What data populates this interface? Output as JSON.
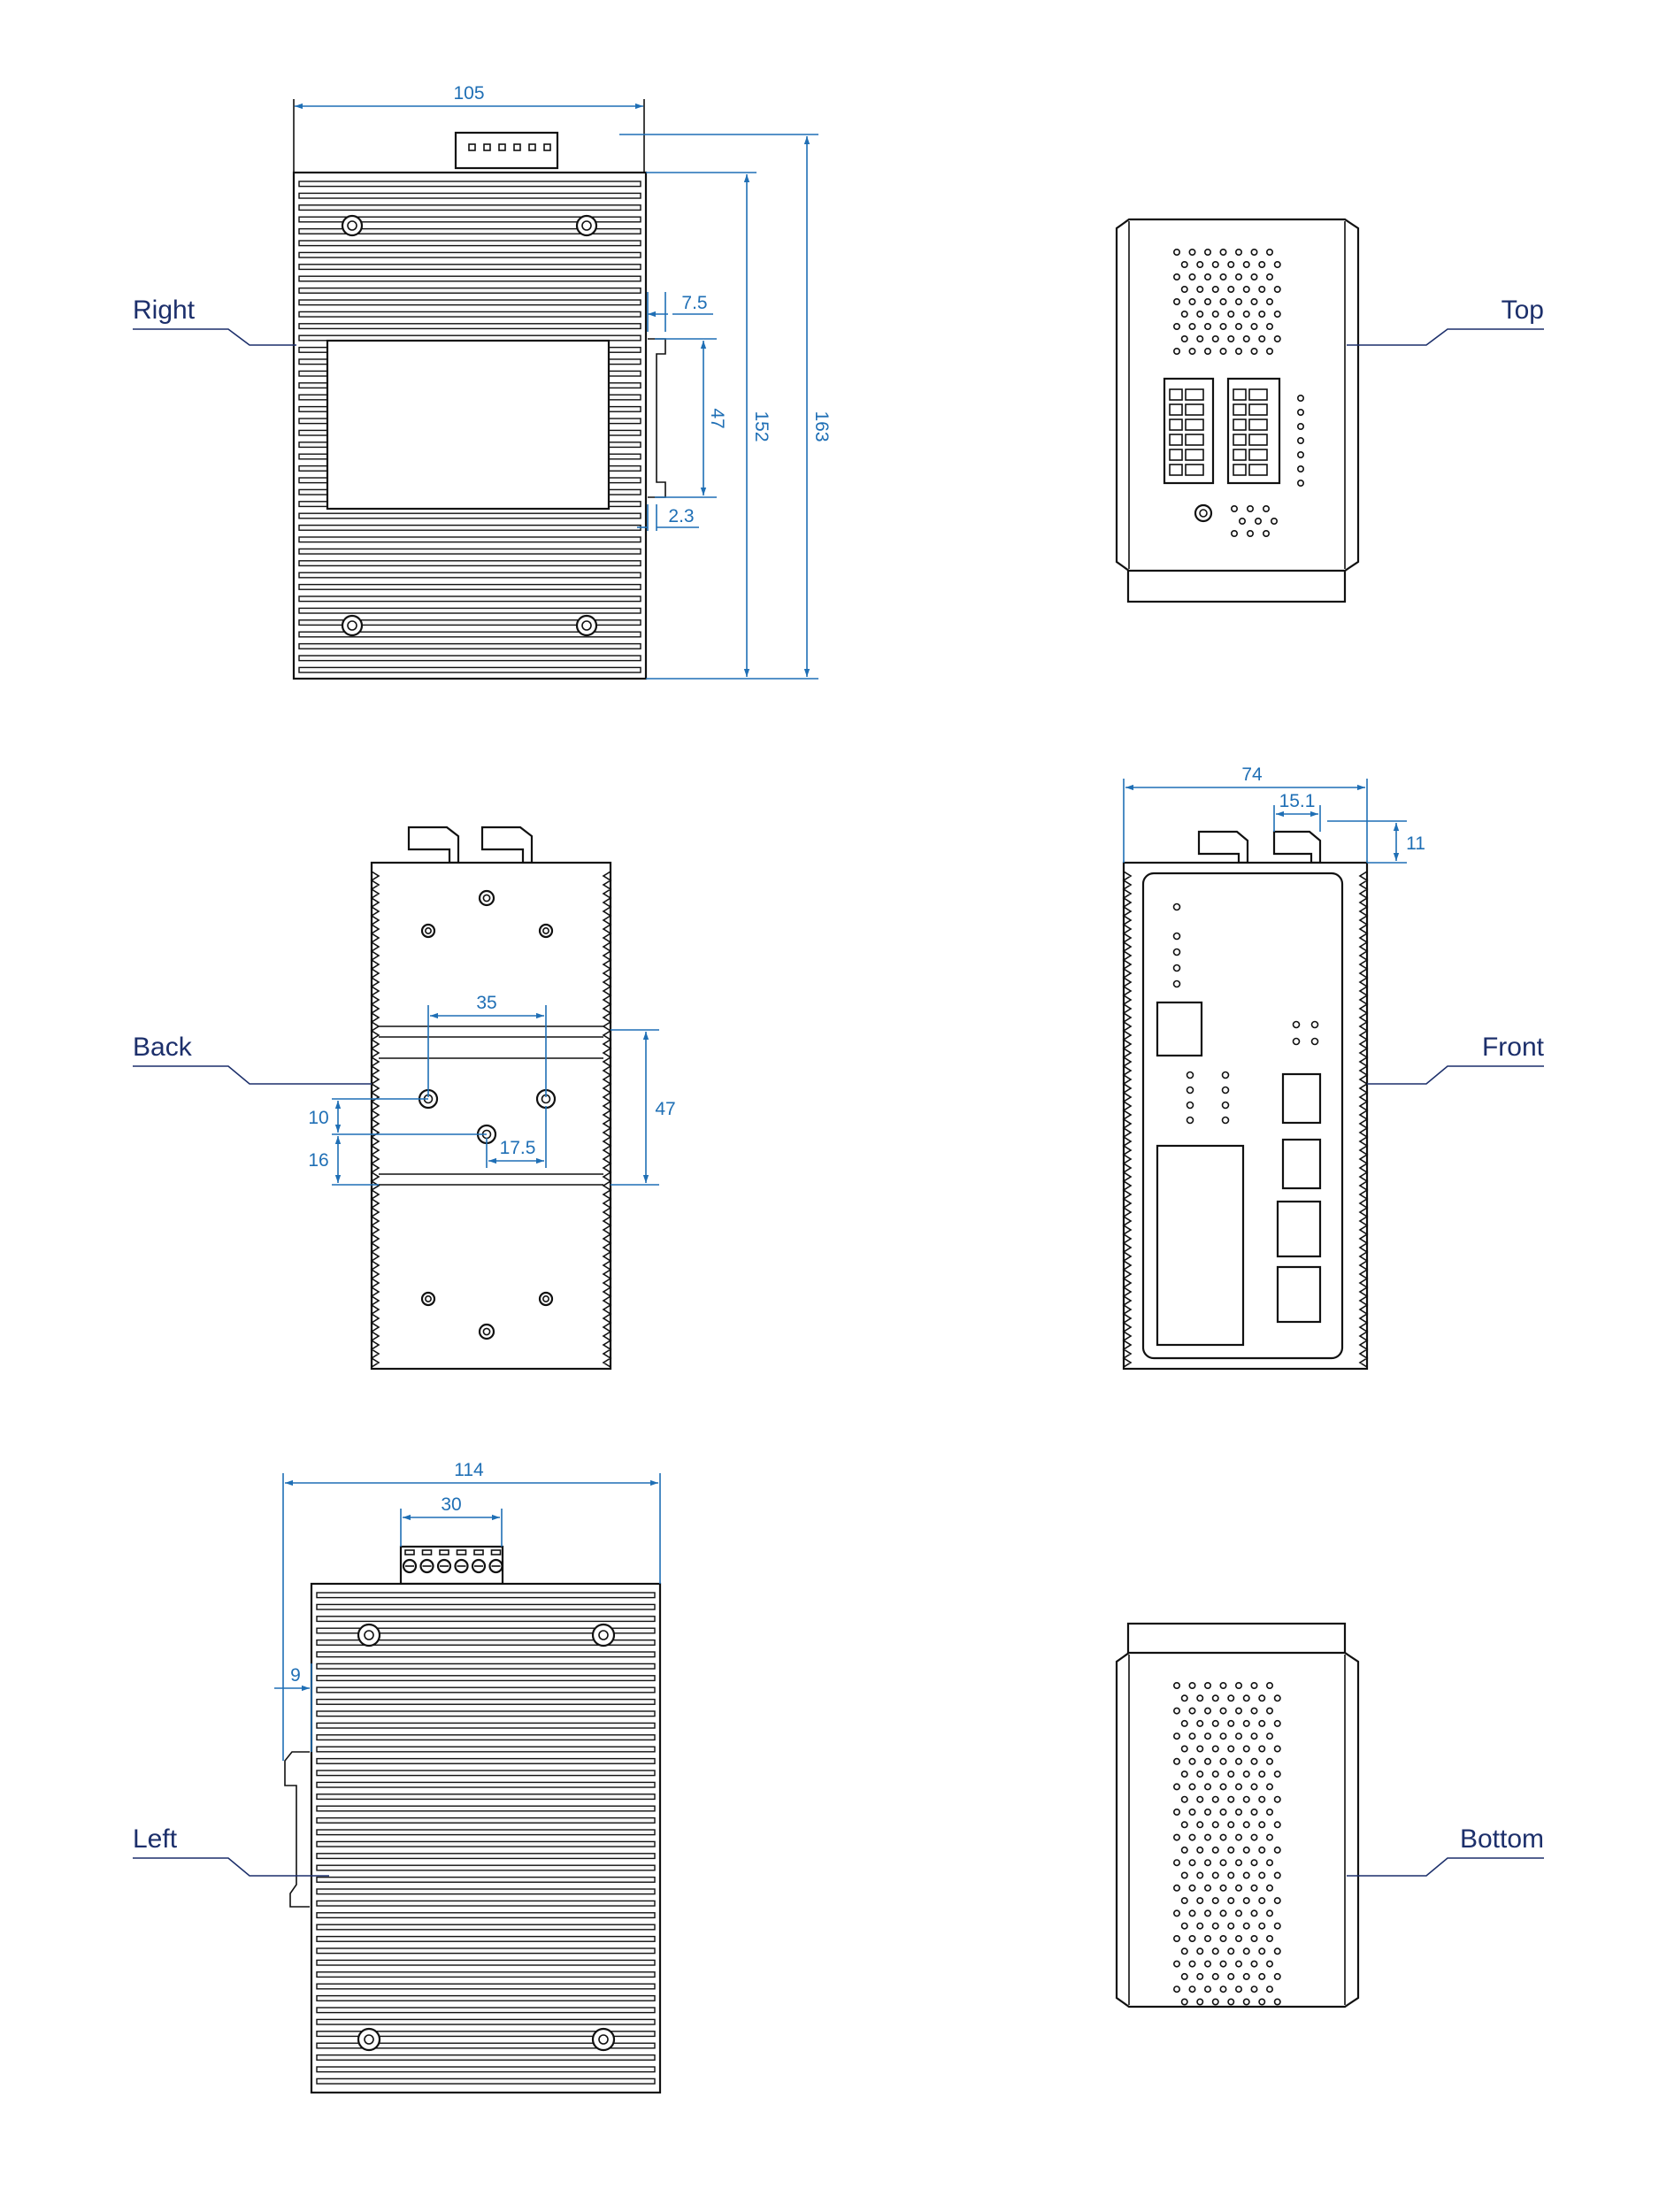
{
  "views": {
    "right": {
      "label": "Right",
      "dims": {
        "width": "105",
        "height_body": "152",
        "height_total": "163",
        "rail_depth": "7.5",
        "rail_height": "47",
        "rail_offset": "2.3"
      }
    },
    "top": {
      "label": "Top"
    },
    "back": {
      "label": "Back",
      "dims": {
        "hole_spacing": "35",
        "height": "47",
        "offset_top": "10",
        "offset_bottom": "16",
        "half_spacing": "17.5"
      }
    },
    "front": {
      "label": "Front",
      "dims": {
        "width": "74",
        "connector_width": "15.1",
        "connector_height": "11"
      }
    },
    "left": {
      "label": "Left",
      "dims": {
        "width": "114",
        "terminal_width": "30",
        "rail_depth": "9"
      }
    },
    "bottom": {
      "label": "Bottom"
    }
  },
  "colors": {
    "dimension": "#1f6fb5",
    "label": "#1c2f6b",
    "outline": "#111111"
  }
}
